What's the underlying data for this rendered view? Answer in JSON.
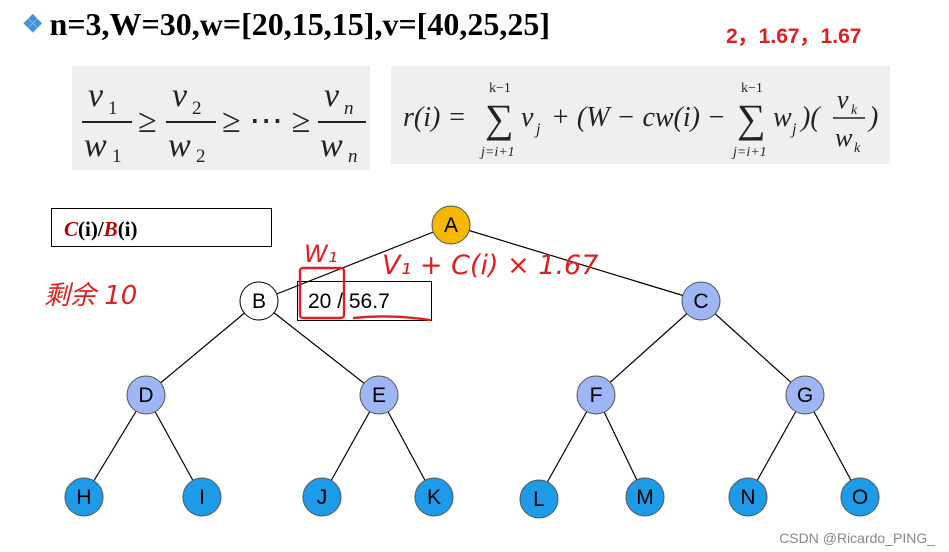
{
  "header": {
    "problem": "n=3,W=30,w=[20,15,15],v=[40,25,25]",
    "ratios": "2，1.67，1.67"
  },
  "formula_left": {
    "num1": "v",
    "sub1": "1",
    "den1": "w",
    "dsub1": "1",
    "num2": "v",
    "sub2": "2",
    "den2": "w",
    "dsub2": "2",
    "numn": "v",
    "subn": "n",
    "denn": "w",
    "dsubn": "n"
  },
  "formula_right": {
    "lhs": "r(i) =",
    "upper": "k−1",
    "lower": "j=i+1",
    "term1": "v",
    "term1_sub": "j",
    "middle": "+ (W − cw(i) −",
    "term2": "w",
    "term2_sub": "j",
    "close": ")(",
    "vk": "v",
    "vk_sub": "k",
    "wk": "w",
    "wk_sub": "k",
    "end": ")"
  },
  "cb_box": {
    "c": "C",
    "i1": "(i)/",
    "b": "B",
    "i2": "(i)"
  },
  "value_box": {
    "weight": "20",
    "sep": " / ",
    "bound": "56.7"
  },
  "annotations": {
    "w1": "W₁",
    "formula": "V₁ + C(i) × 1.67",
    "remaining": "剩余 10"
  },
  "colors": {
    "root": "#f5b800",
    "internal": "#9fb6f5",
    "leaf": "#1e9be8",
    "visited": "#ffffff",
    "ink_red": "#e02020"
  },
  "tree": {
    "A": "A",
    "B": "B",
    "C": "C",
    "D": "D",
    "E": "E",
    "F": "F",
    "G": "G",
    "H": "H",
    "I": "I",
    "J": "J",
    "K": "K",
    "L": "L",
    "M": "M",
    "N": "N",
    "O": "O"
  },
  "watermark": "CSDN @Ricardo_PING_"
}
